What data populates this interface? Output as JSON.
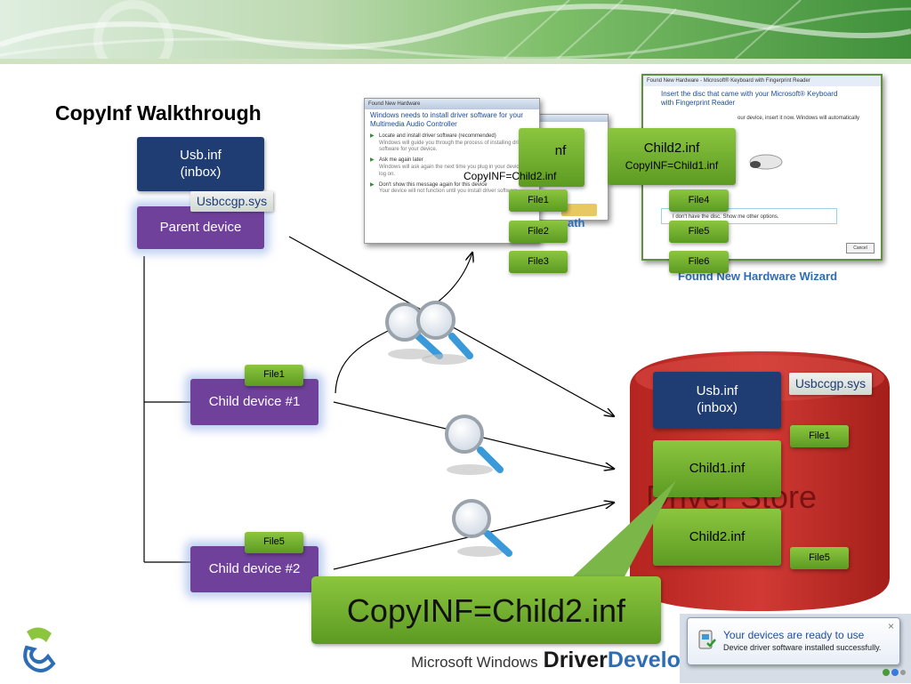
{
  "slide": {
    "title": "CopyInf Walkthrough"
  },
  "left": {
    "usb_inf": "Usb.inf",
    "usb_inbox": "(inbox)",
    "usbccgp": "Usbccgp.sys",
    "parent_device": "Parent device",
    "child1_file": "File1",
    "child1": "Child device #1",
    "child2_file": "File5",
    "child2": "Child device #2"
  },
  "found_hw_dialog": {
    "titlebar": "Found New Hardware",
    "heading": "Windows needs to install driver software for your Multimedia Audio Controller",
    "option1": "Locate and install driver software (recommended)",
    "option1_sub": "Windows will guide you through the process of installing driver software for your device.",
    "option2": "Ask me again later",
    "option2_sub": "Windows will ask again the next time you plug in your device or log on.",
    "option3": "Don't show this message again for this device",
    "option3_sub": "Your device will not function until you install driver software."
  },
  "center_files": {
    "partial_inf": "nf",
    "copyinf_child2": "CopyINF=Child2.inf",
    "file1": "File1",
    "file2": "File2",
    "file3": "File3",
    "partial_path": "ath"
  },
  "child2_box": {
    "name": "Child2.inf",
    "copyinf": "CopyINF=Child1.inf",
    "file4": "File4",
    "file5": "File5",
    "file6": "File6"
  },
  "wizard": {
    "titlebar": "Found New Hardware - Microsoft® Keyboard with Fingerprint Reader",
    "heading": "Insert the disc that came with your Microsoft® Keyboard with Fingerprint Reader",
    "body": "our device, insert it now. Windows will automatically",
    "option": "I don't have the disc. Show me other options.",
    "cancel": "Cancel",
    "caption": "Found New Hardware Wizard"
  },
  "driver_store": {
    "label": "Driver Store",
    "usb_inf": "Usb.inf",
    "usb_inbox": "(inbox)",
    "usbccgp": "Usbccgp.sys",
    "file1": "File1",
    "child1": "Child1.inf",
    "child2": "Child2.inf",
    "file5": "File5"
  },
  "callout": {
    "text": "CopyINF=Child2.inf"
  },
  "notification": {
    "title": "Your devices are ready to use",
    "body": "Device driver software installed successfully.",
    "close": "×"
  },
  "footer": {
    "prefix": "Microsoft Windows",
    "bold": "Driver",
    "accent": "Develo"
  },
  "colors": {
    "blue_box": "#1f3d72",
    "purple_box": "#70419a",
    "green_box": "#7ab648",
    "store_red": "#c8302c",
    "banner_green": "#6aa84f"
  }
}
